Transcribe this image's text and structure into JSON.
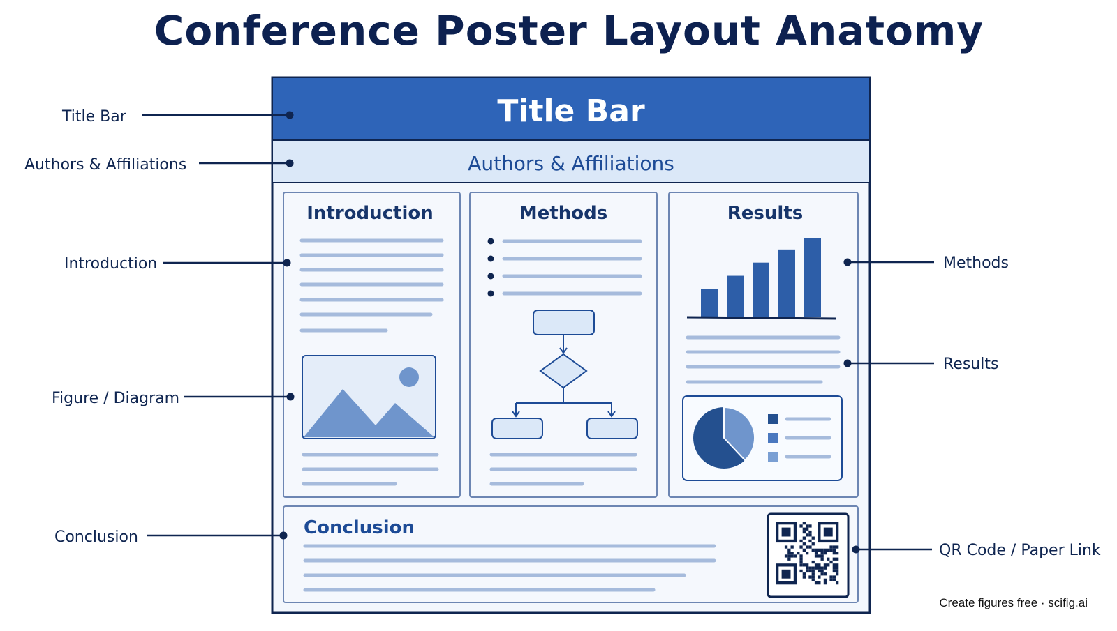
{
  "title": "Conference Poster Layout Anatomy",
  "poster": {
    "title_bar": "Title Bar",
    "authors": "Authors & Affiliations",
    "sections": {
      "introduction": "Introduction",
      "methods": "Methods",
      "results": "Results",
      "conclusion": "Conclusion"
    },
    "results_bar_values": [
      0.28,
      0.41,
      0.54,
      0.67,
      0.78
    ],
    "pie_share": 0.38
  },
  "callouts": {
    "title_bar": "Title Bar",
    "authors": "Authors & Affiliations",
    "introduction": "Introduction",
    "figure": "Figure / Diagram",
    "conclusion": "Conclusion",
    "methods": "Methods",
    "results": "Results",
    "qr": "QR Code / Paper Link"
  },
  "footer": "Create figures free · scifig.ai",
  "colors": {
    "navy": "#0f2550",
    "title_bar": "#2e64b8",
    "authors_bg": "#dbe8f8",
    "panel_bg": "#f3f7fd",
    "line": "#a6bbdc",
    "bar": "#2d5ea8",
    "accent_light": "#7a9fd3"
  }
}
